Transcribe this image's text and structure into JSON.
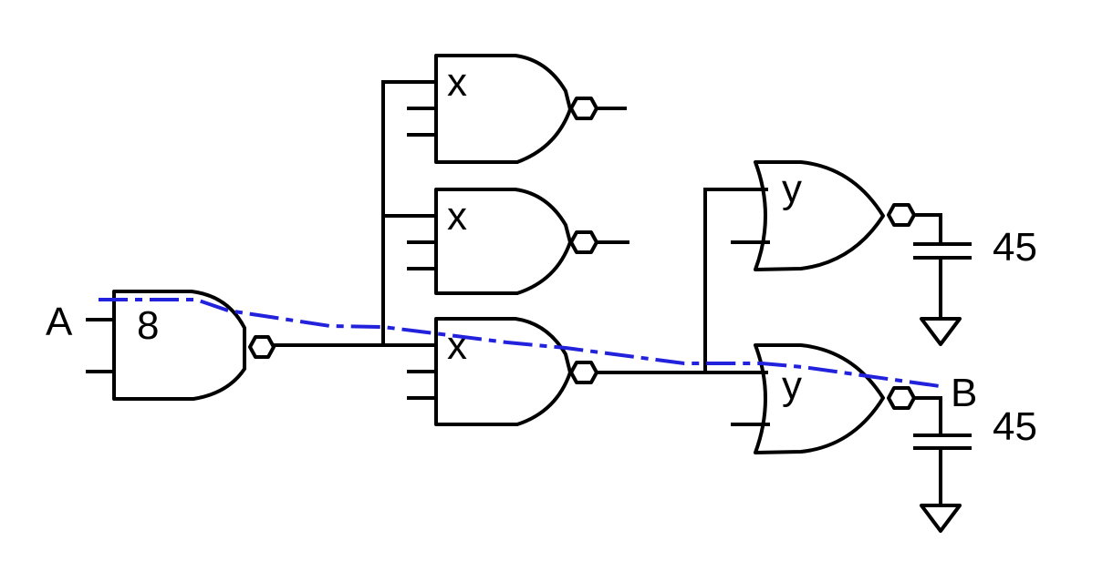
{
  "colors": {
    "critical_path": "#2222dd",
    "ink": "#000000"
  },
  "labels": {
    "input": "A",
    "output": "B",
    "nand_size": "8",
    "nand3_size": "x",
    "nor_size": "y",
    "load_top": "45",
    "load_bottom": "45"
  }
}
